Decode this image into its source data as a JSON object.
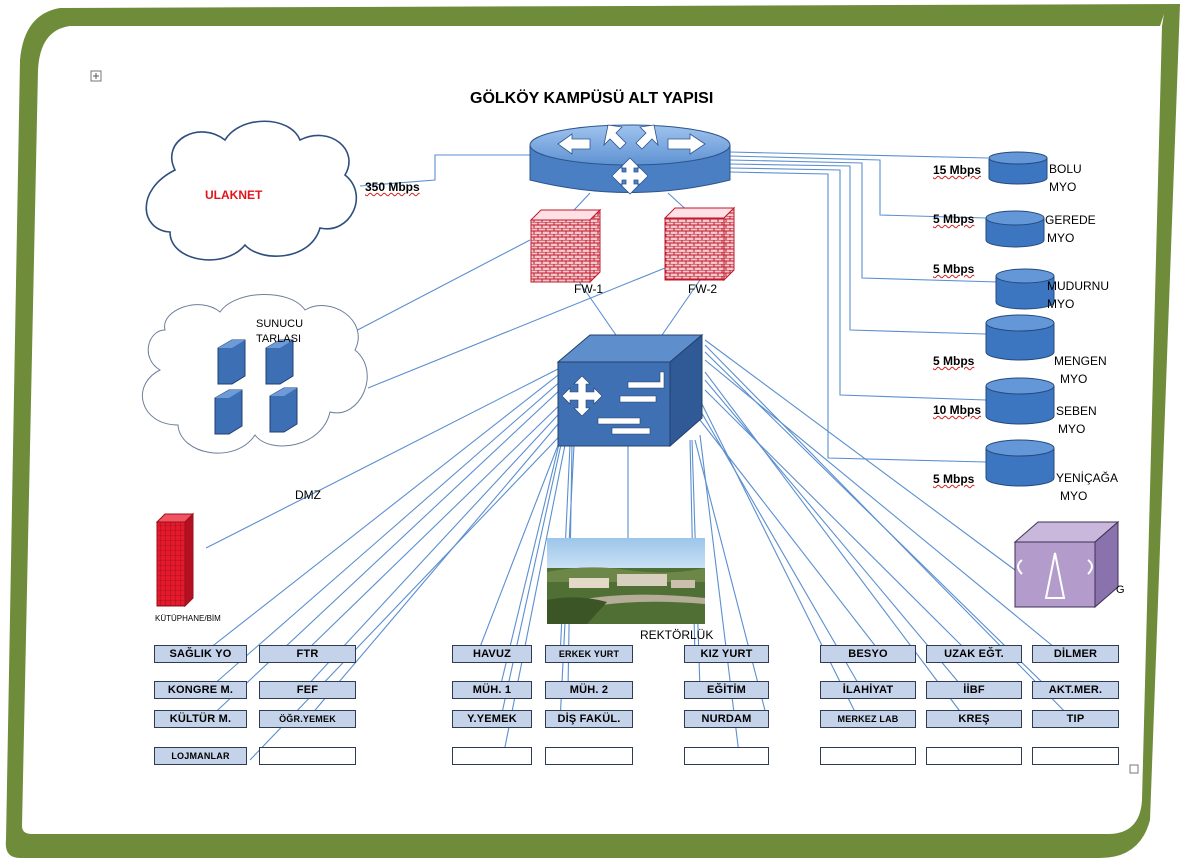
{
  "title": "GÖLKÖY KAMPÜSÜ ALT YAPISI",
  "cloud_ulaknet": "ULAKNET",
  "uplink_speed": "350 Mbps",
  "fw1": "FW-1",
  "fw2": "FW-2",
  "server_cloud": {
    "line1": "SUNUCU",
    "line2": "TARLASI"
  },
  "dmz": "DMZ",
  "library": "KÜTÜPHANE/BİM",
  "rectorate": "REKTÖRLÜK",
  "right_device_letter": "G",
  "remote_sites": [
    {
      "speed": "15 Mbps",
      "name1": "BOLU",
      "name2": "MYO"
    },
    {
      "speed": "5 Mbps",
      "name1": "GEREDE",
      "name2": "MYO"
    },
    {
      "speed": "5 Mbps",
      "name1": "MUDURNU",
      "name2": "MYO"
    },
    {
      "speed": "5 Mbps",
      "name1": "MENGEN",
      "name2": "MYO"
    },
    {
      "speed": "10 Mbps",
      "name1": "SEBEN",
      "name2": "MYO"
    },
    {
      "speed": "5 Mbps",
      "name1": "YENİÇAĞA",
      "name2": "MYO"
    }
  ],
  "buildings": {
    "saglik": "SAĞLIK YO",
    "ftr": "FTR",
    "havuz": "HAVUZ",
    "erkek": "ERKEK YURT",
    "kiz": "KIZ YURT",
    "besyo": "BESYO",
    "uzak": "UZAK EĞT.",
    "dilmer": "DİLMER",
    "kongre": "KONGRE M.",
    "fef": "FEF",
    "muh1": "MÜH. 1",
    "muh2": "MÜH.  2",
    "egitim": "EĞİTİM",
    "ilahiyat": "İLAHİYAT",
    "iibf": "İİBF",
    "aktmer": "AKT.MER.",
    "kultur": "KÜLTÜR M.",
    "ogr": "ÖĞR.YEMEK",
    "yyemek": "Y.YEMEK",
    "dis": "DİŞ FAKÜL.",
    "nurdam": "NURDAM",
    "merkez": "MERKEZ LAB",
    "kres": "KREŞ",
    "tip": "TIP",
    "lojman": "LOJMANLAR"
  }
}
